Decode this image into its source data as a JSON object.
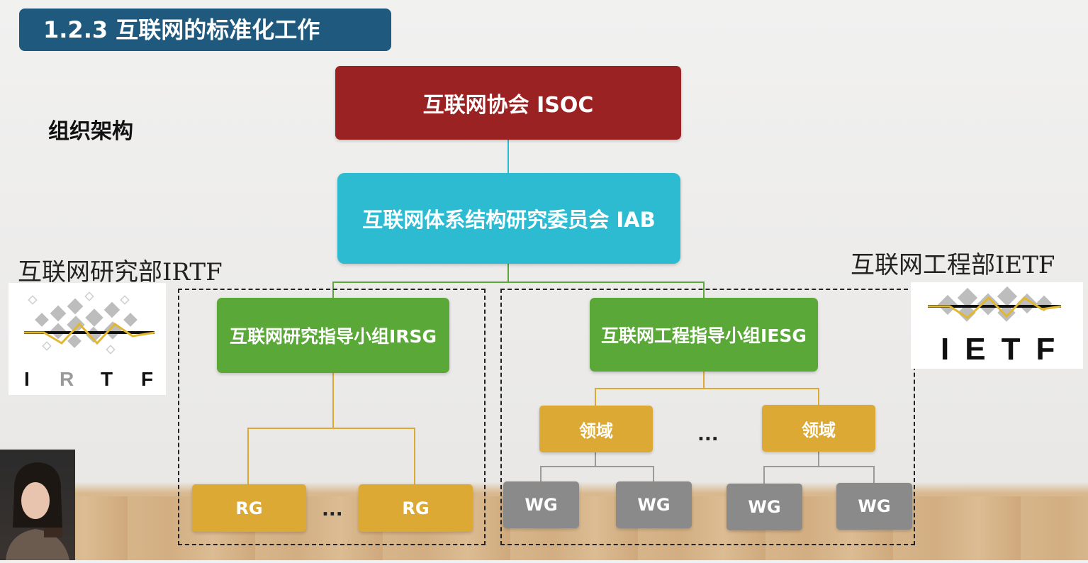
{
  "slide": {
    "title": "1.2.3  互联网的标准化工作",
    "subtitle": "组织架构"
  },
  "org_chart": {
    "isoc": "互联网协会 ISOC",
    "iab": "互联网体系结构研究委员会 IAB",
    "irsg": "互联网研究指导小组IRSG",
    "iesg": "互联网工程指导小组IESG",
    "fields": [
      "领域",
      "领域"
    ],
    "rg_groups": [
      "RG",
      "RG"
    ],
    "wg_groups": [
      "WG",
      "WG",
      "WG",
      "WG"
    ],
    "ellipsis_rg": "...",
    "ellipsis_fields": "..."
  },
  "side_labels": {
    "irtf_label": "互联网研究部IRTF",
    "ietf_label": "互联网工程部IETF"
  },
  "logos": {
    "irtf_letters": [
      "I",
      "R",
      "T",
      "F"
    ],
    "ietf_text": "IETF"
  },
  "colors": {
    "title_bar": "#1f5a7e",
    "isoc": "#9b2222",
    "iab": "#2dbbd2",
    "steering": "#5aa837",
    "field_rg": "#dcaa34",
    "wg": "#8a8a8a"
  }
}
